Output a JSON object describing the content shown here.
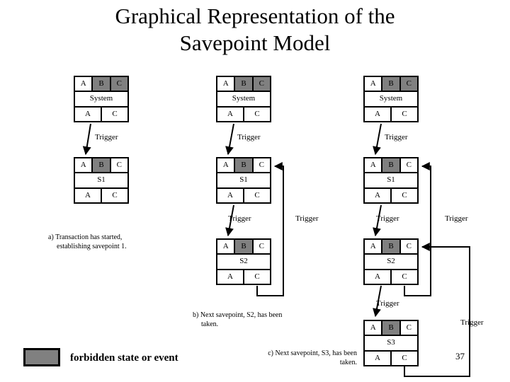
{
  "slide": {
    "title_line1": "Graphical Representation of the",
    "title_line2": "Savepoint Model",
    "page_number": "37"
  },
  "legend": {
    "label": "forbidden state or event",
    "swatch_color": "#808080",
    "border_color": "#000000"
  },
  "labels": {
    "trigger": "Trigger",
    "A": "A",
    "B": "B",
    "C": "C"
  },
  "captions": {
    "a_line1": "a) Transaction has started,",
    "a_line2": "establishing savepoint 1.",
    "b_line1": "b) Next savepoint, S2, has been",
    "b_line2": "taken.",
    "c_line1": "c) Next savepoint, S3, has been",
    "c_line2": "taken."
  },
  "columns": [
    {
      "id": "column-a",
      "boxes": [
        {
          "id": "col-a-system",
          "name": "System",
          "top_cells": [
            {
              "label": "A",
              "forbidden": false
            },
            {
              "label": "B",
              "forbidden": true
            },
            {
              "label": "C",
              "forbidden": true
            }
          ],
          "bottom_cells": [
            {
              "label": "A",
              "forbidden": false
            },
            {
              "label": "C",
              "forbidden": false
            }
          ]
        },
        {
          "id": "col-a-s1",
          "name": "S1",
          "top_cells": [
            {
              "label": "A",
              "forbidden": false
            },
            {
              "label": "B",
              "forbidden": true
            },
            {
              "label": "C",
              "forbidden": false
            }
          ],
          "bottom_cells": [
            {
              "label": "A",
              "forbidden": false
            },
            {
              "label": "C",
              "forbidden": false
            }
          ]
        }
      ],
      "trigger_labels": [
        "Trigger"
      ]
    },
    {
      "id": "column-b",
      "boxes": [
        {
          "id": "col-b-system",
          "name": "System",
          "top_cells": [
            {
              "label": "A",
              "forbidden": false
            },
            {
              "label": "B",
              "forbidden": true
            },
            {
              "label": "C",
              "forbidden": true
            }
          ],
          "bottom_cells": [
            {
              "label": "A",
              "forbidden": false
            },
            {
              "label": "C",
              "forbidden": false
            }
          ]
        },
        {
          "id": "col-b-s1",
          "name": "S1",
          "top_cells": [
            {
              "label": "A",
              "forbidden": false
            },
            {
              "label": "B",
              "forbidden": true
            },
            {
              "label": "C",
              "forbidden": false
            }
          ],
          "bottom_cells": [
            {
              "label": "A",
              "forbidden": false
            },
            {
              "label": "C",
              "forbidden": false
            }
          ]
        },
        {
          "id": "col-b-s2",
          "name": "S2",
          "top_cells": [
            {
              "label": "A",
              "forbidden": false
            },
            {
              "label": "B",
              "forbidden": true
            },
            {
              "label": "C",
              "forbidden": false
            }
          ],
          "bottom_cells": [
            {
              "label": "A",
              "forbidden": false
            },
            {
              "label": "C",
              "forbidden": false
            }
          ]
        }
      ],
      "trigger_labels": [
        "Trigger",
        "Trigger",
        "Trigger"
      ]
    },
    {
      "id": "column-c",
      "boxes": [
        {
          "id": "col-c-system",
          "name": "System",
          "top_cells": [
            {
              "label": "A",
              "forbidden": false
            },
            {
              "label": "B",
              "forbidden": true
            },
            {
              "label": "C",
              "forbidden": true
            }
          ],
          "bottom_cells": [
            {
              "label": "A",
              "forbidden": false
            },
            {
              "label": "C",
              "forbidden": false
            }
          ]
        },
        {
          "id": "col-c-s1",
          "name": "S1",
          "top_cells": [
            {
              "label": "A",
              "forbidden": false
            },
            {
              "label": "B",
              "forbidden": true
            },
            {
              "label": "C",
              "forbidden": false
            }
          ],
          "bottom_cells": [
            {
              "label": "A",
              "forbidden": false
            },
            {
              "label": "C",
              "forbidden": false
            }
          ]
        },
        {
          "id": "col-c-s2",
          "name": "S2",
          "top_cells": [
            {
              "label": "A",
              "forbidden": false
            },
            {
              "label": "B",
              "forbidden": true
            },
            {
              "label": "C",
              "forbidden": false
            }
          ],
          "bottom_cells": [
            {
              "label": "A",
              "forbidden": false
            },
            {
              "label": "C",
              "forbidden": false
            }
          ]
        },
        {
          "id": "col-c-s3",
          "name": "S3",
          "top_cells": [
            {
              "label": "A",
              "forbidden": false
            },
            {
              "label": "B",
              "forbidden": true
            },
            {
              "label": "C",
              "forbidden": false
            }
          ],
          "bottom_cells": [
            {
              "label": "A",
              "forbidden": false
            },
            {
              "label": "C",
              "forbidden": false
            }
          ]
        }
      ],
      "trigger_labels": [
        "Trigger",
        "Trigger",
        "Trigger",
        "Trigger"
      ]
    }
  ]
}
